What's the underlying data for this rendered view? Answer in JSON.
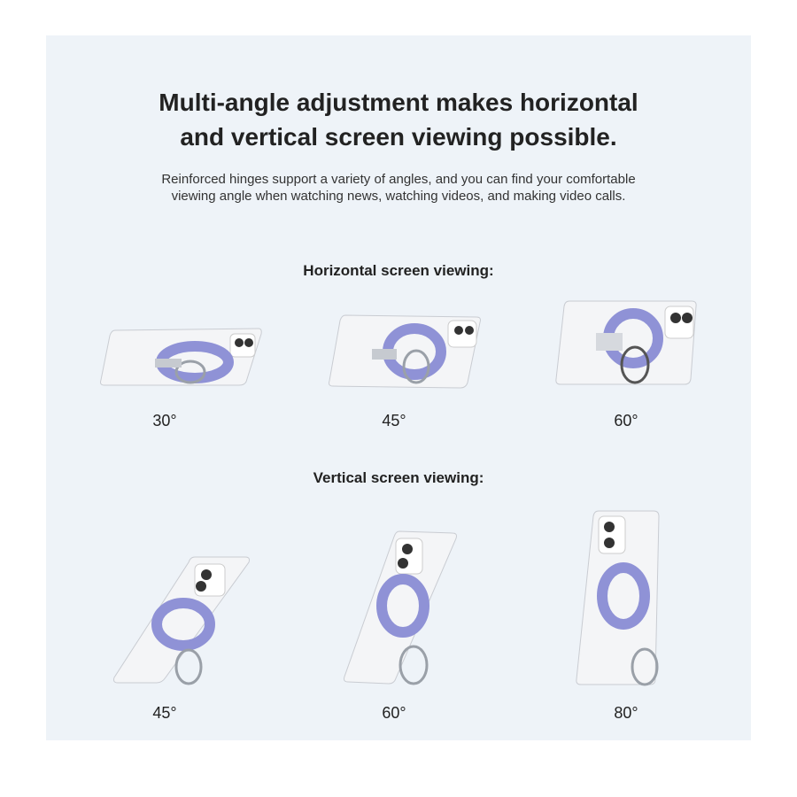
{
  "title_line1": "Multi-angle adjustment makes horizontal",
  "title_line2": "and vertical screen viewing possible.",
  "subtitle_line1": "Reinforced hinges support a variety of angles, and you can find your comfortable",
  "subtitle_line2": "viewing angle when watching news, watching videos, and making video calls.",
  "horizontal": {
    "heading": "Horizontal screen viewing:",
    "angles": [
      "30°",
      "45°",
      "60°"
    ]
  },
  "vertical": {
    "heading": "Vertical screen viewing:",
    "angles": [
      "45°",
      "60°",
      "80°"
    ]
  },
  "colors": {
    "background": "#eef3f8",
    "ring_lavender": "#8f92d6",
    "phone": "#f4f5f7"
  }
}
